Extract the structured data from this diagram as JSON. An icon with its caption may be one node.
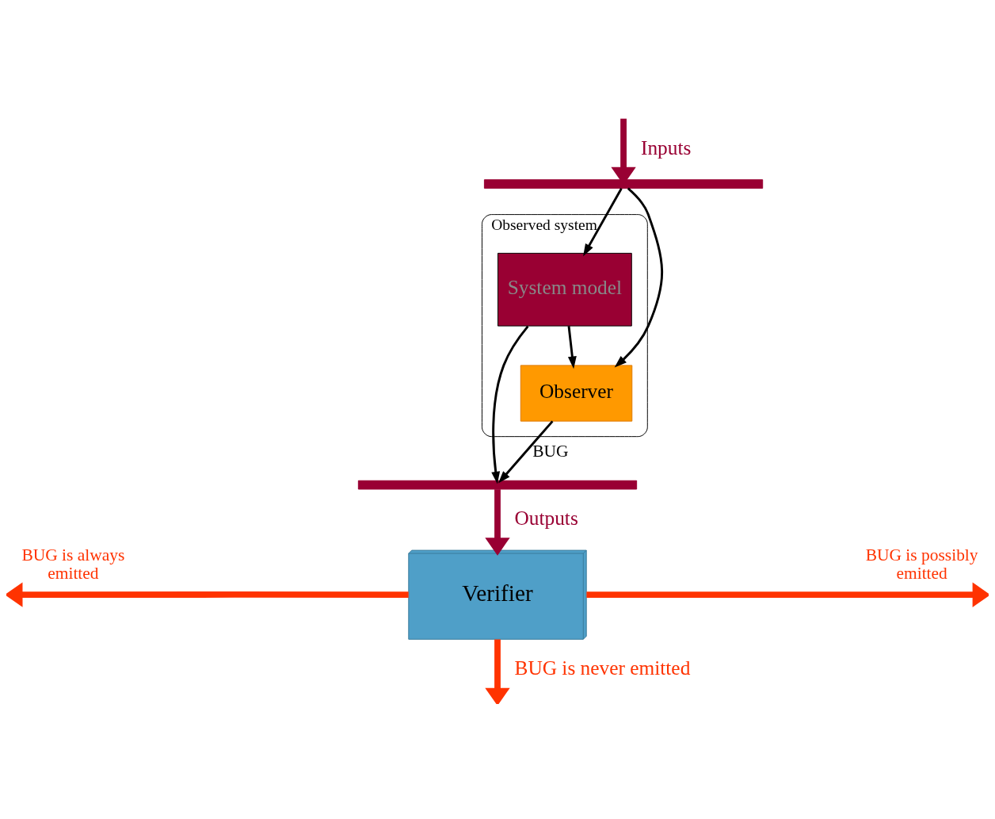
{
  "diagram": {
    "nodes": [
      {
        "text": [
          "Observed system"
        ]
      },
      {
        "text": [],
        "shape": "bar"
      },
      {
        "text": [
          "System model"
        ],
        "in": 0
      },
      {
        "text": [
          "Observer"
        ],
        "in": 0
      },
      {
        "text": [],
        "shape": "bar"
      },
      {
        "text": [
          "Verifier"
        ]
      }
    ],
    "edges": [
      {
        "from": null,
        "to": 1,
        "arrow": "to",
        "label": "Inputs",
        "style": "thick",
        "color": "#990033"
      },
      {
        "from": 1,
        "to": 2,
        "arrow": "to"
      },
      {
        "from": 1,
        "to": 3,
        "arrow": "to"
      },
      {
        "from": 2,
        "to": 3,
        "arrow": "to"
      },
      {
        "from": 2,
        "to": 4,
        "arrow": "to"
      },
      {
        "from": 3,
        "to": 4,
        "arrow": "to",
        "label": "BUG"
      },
      {
        "from": 4,
        "to": 5,
        "arrow": "to",
        "label": "Outputs",
        "style": "thick",
        "color": "#990033"
      },
      {
        "from": 5,
        "to": null,
        "arrow": "to",
        "label": "BUG is always emitted",
        "style": "thick",
        "color": "#ff3300"
      },
      {
        "from": 5,
        "to": null,
        "arrow": "to",
        "label": "BUG is possibly emitted",
        "style": "thick",
        "color": "#ff3300"
      },
      {
        "from": 5,
        "to": null,
        "arrow": "to",
        "label": "BUG is never emitted",
        "style": "thick",
        "color": "#ff3300"
      }
    ]
  }
}
